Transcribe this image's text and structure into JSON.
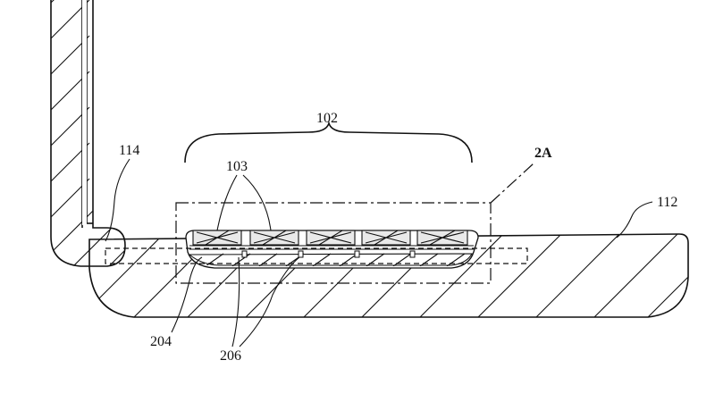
{
  "labels": {
    "keyboard_region": "102",
    "keys": "103",
    "hinge": "114",
    "base": "112",
    "detail_view": "2A",
    "key_support": "204",
    "switches": "206"
  }
}
